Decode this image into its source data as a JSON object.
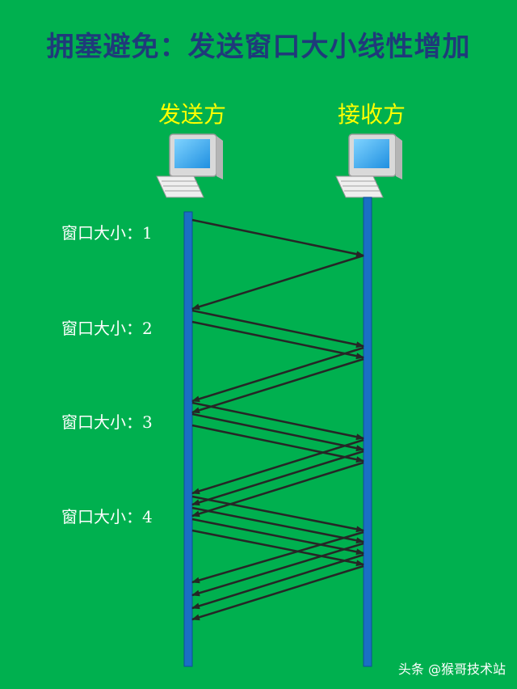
{
  "title": "拥塞避免：发送窗口大小线性增加",
  "sender": {
    "label": "发送方"
  },
  "receiver": {
    "label": "接收方"
  },
  "windows": [
    {
      "label": "窗口大小：1"
    },
    {
      "label": "窗口大小：2"
    },
    {
      "label": "窗口大小：3"
    },
    {
      "label": "窗口大小：4"
    }
  ],
  "watermark": "头条 @猴哥技术站",
  "colors": {
    "background": "#00b04f",
    "title": "#1f3a7a",
    "role": "#ffff00",
    "timeline": "#1a6fc4",
    "arrow": "#262626"
  }
}
